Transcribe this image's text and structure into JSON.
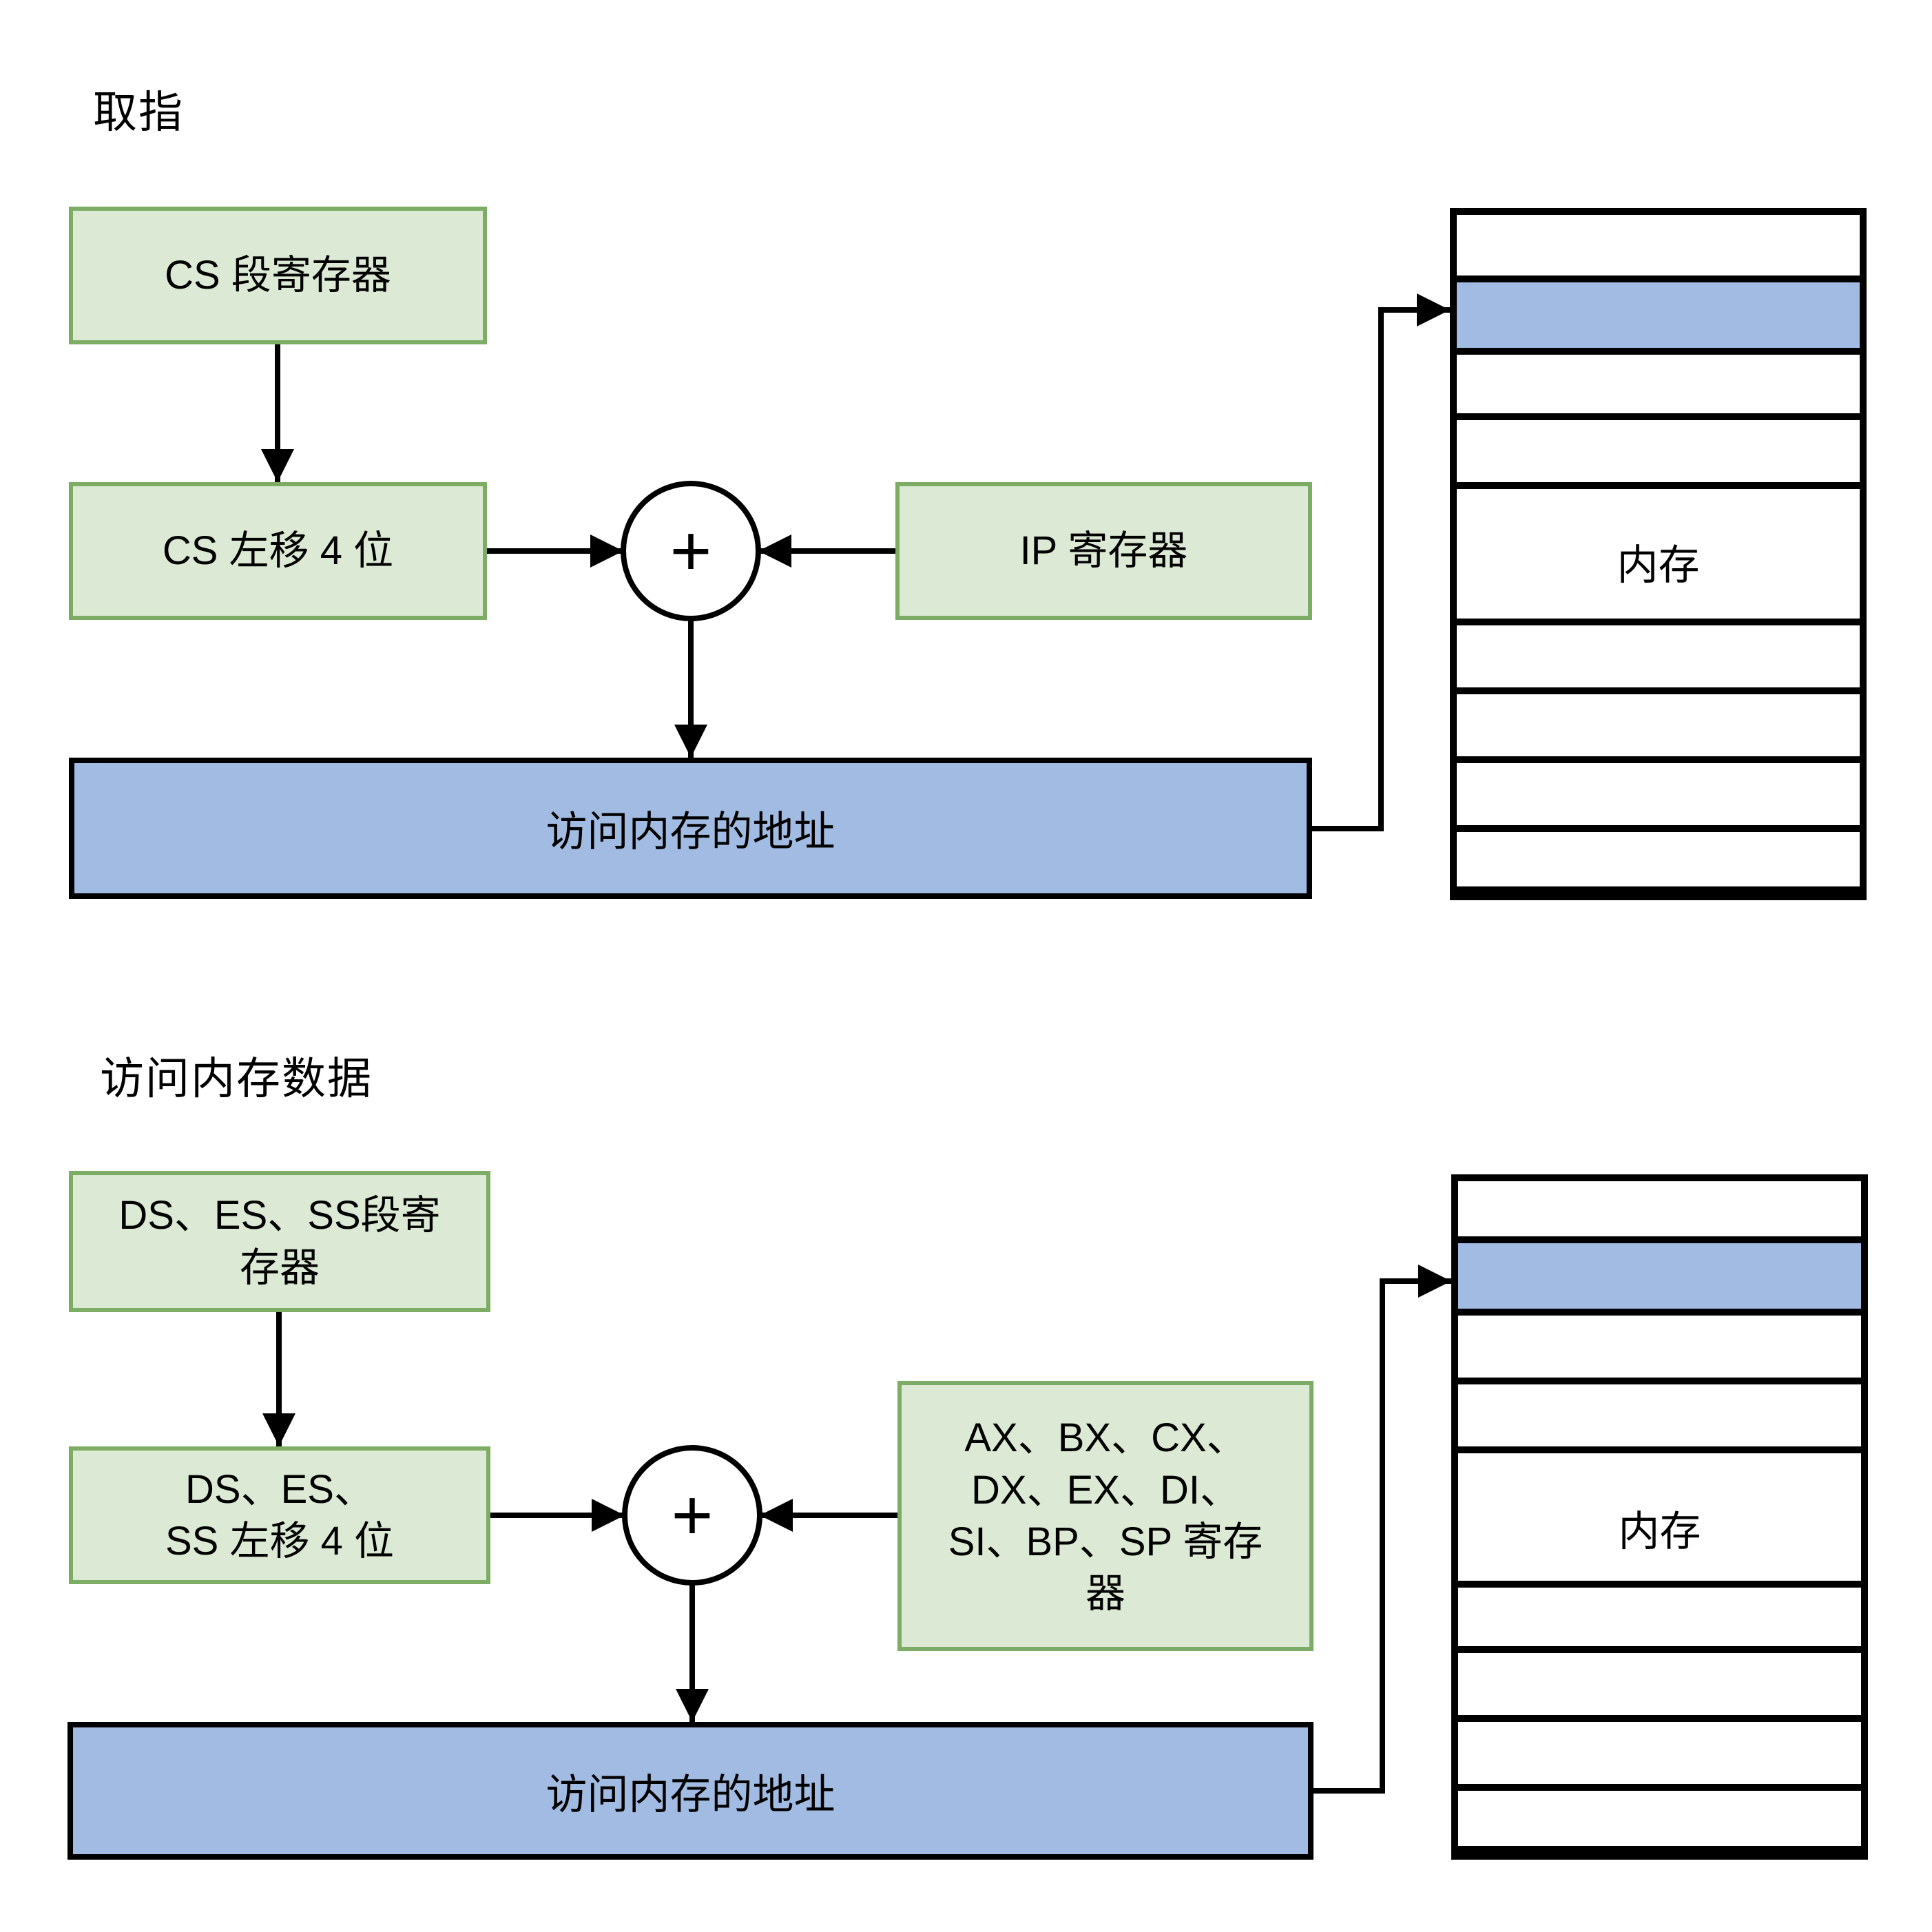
{
  "colors": {
    "green_fill": "#dcead5",
    "green_border": "#7dac64",
    "blue_fill": "#a2bbe2",
    "line": "#000000",
    "background": "#ffffff"
  },
  "sections": [
    {
      "title": "取指",
      "seg_lines": [
        "CS 段寄存器"
      ],
      "shift_lines": [
        "CS 左移 4 位"
      ],
      "offset_lines": [
        "IP 寄存器"
      ],
      "plus": "+",
      "address_label": "访问内存的地址",
      "memory_label": "内存"
    },
    {
      "title": "访问内存数据",
      "seg_lines": [
        "DS、ES、SS段寄",
        "存器"
      ],
      "shift_lines": [
        "DS、ES、",
        "SS 左移 4 位"
      ],
      "offset_lines": [
        "AX、BX、CX、",
        "DX、EX、DI、",
        "SI、BP、SP 寄存",
        "器"
      ],
      "plus": "+",
      "address_label": "访问内存的地址",
      "memory_label": "内存"
    }
  ]
}
